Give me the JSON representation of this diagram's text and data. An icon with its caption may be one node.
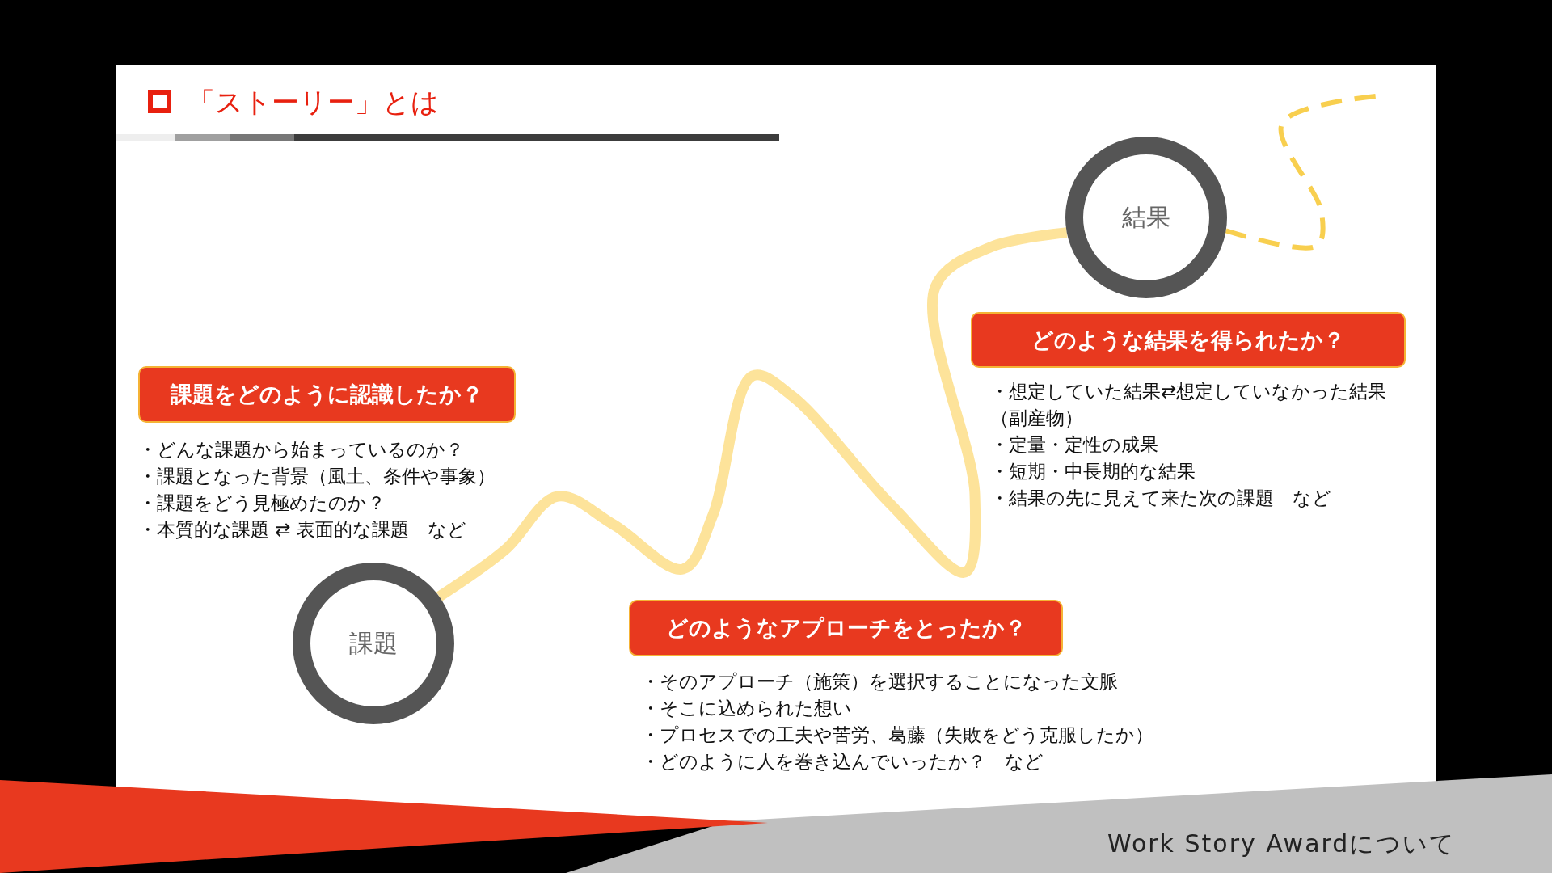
{
  "diagram": {
    "title": "「ストーリー」とは",
    "nodes": [
      {
        "text": [
          "課題"
        ]
      },
      {
        "text": [
          "課題をどのように認識したか？"
        ],
        "beside": [
          "・どんな課題から始まっているのか？",
          "・課題となった背景（風土、条件や事象）",
          "・課題をどう見極めたのか？",
          "・本質的な課題 ⇄ 表面的な課題　など"
        ]
      },
      {
        "text": [
          "どのようなアプローチをとったか？"
        ],
        "beside": [
          "・そのアプローチ（施策）を選択することになった文脈",
          "・そこに込められた想い",
          "・プロセスでの工夫や苦労、葛藤（失敗をどう克服したか）",
          "・どのように人を巻き込んでいったか？　など"
        ]
      },
      {
        "text": [
          "どのような結果を得られたか？"
        ],
        "beside": [
          "・想定していた結果⇄想定していなかった結果（副産物）",
          "・定量・定性の成果",
          "・短期・中長期的な結果",
          "・結果の先に見えて来た次の課題　など"
        ]
      },
      {
        "text": [
          "結果"
        ]
      }
    ],
    "edges": [
      {
        "from": 0,
        "to": 4,
        "arrow": "none",
        "style": "thick",
        "color": "#fde39a"
      },
      {
        "from": 4,
        "to": null,
        "arrow": "none",
        "style": "dashed",
        "color": "#f8cf4f"
      }
    ],
    "labels": [
      "Work Story Awardについて"
    ]
  }
}
